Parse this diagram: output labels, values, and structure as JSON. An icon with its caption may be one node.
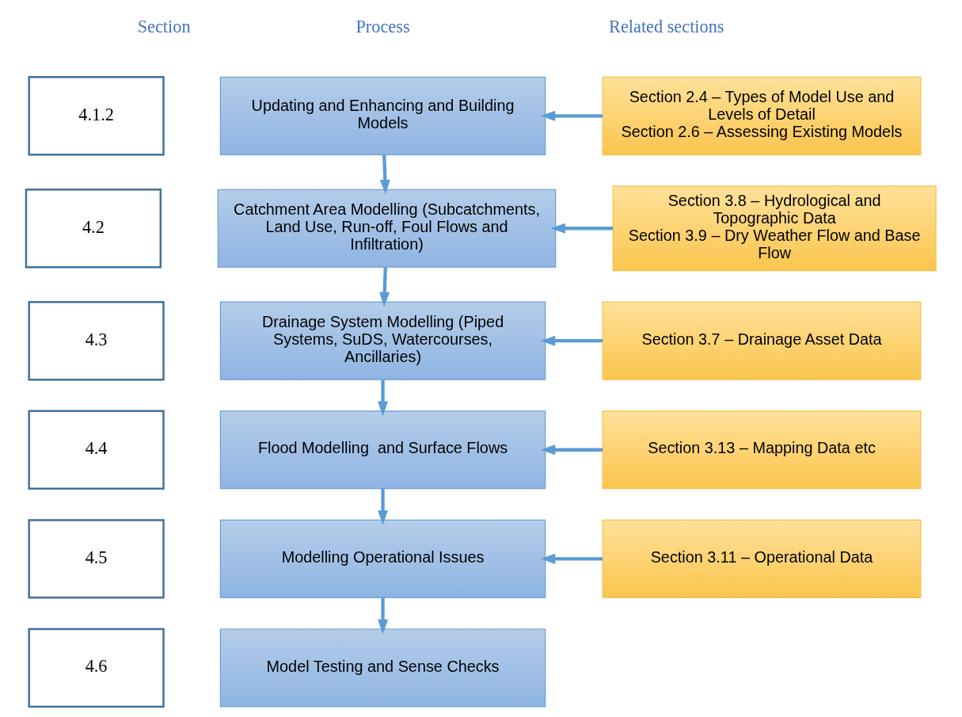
{
  "diagram": {
    "nodes": [
      {
        "text": [
          "4.1.2"
        ]
      },
      {
        "text": [
          "Updating and Enhancing and Building Models"
        ]
      },
      {
        "text": [
          "Section 2.4 – Types of Model Use and Levels of Detail",
          "Section 2.6 – Assessing Existing Models"
        ]
      },
      {
        "text": [
          "4.2"
        ]
      },
      {
        "text": [
          "Catchment Area Modelling (Subcatchments, Land Use, Run-off, Foul Flows and Infiltration)"
        ]
      },
      {
        "text": [
          "Section 3.8 – Hydrological and Topographic Data",
          "Section 3.9 – Dry Weather Flow and Base Flow"
        ]
      },
      {
        "text": [
          "4.3"
        ]
      },
      {
        "text": [
          "Drainage System Modelling (Piped Systems, SuDS, Watercourses, Ancillaries)"
        ]
      },
      {
        "text": [
          "Section 3.7 – Drainage Asset Data"
        ]
      },
      {
        "text": [
          "4.4"
        ]
      },
      {
        "text": [
          "Flood Modelling  and Surface Flows"
        ]
      },
      {
        "text": [
          "Section 3.13 – Mapping Data etc"
        ]
      },
      {
        "text": [
          "4.5"
        ]
      },
      {
        "text": [
          "Modelling Operational Issues"
        ]
      },
      {
        "text": [
          "Section 3.11 – Operational Data"
        ]
      },
      {
        "text": [
          "4.6"
        ]
      },
      {
        "text": [
          "Model Testing and Sense Checks"
        ]
      }
    ],
    "edges": [
      {
        "from": 2,
        "to": 1,
        "arrow": "to"
      },
      {
        "from": 1,
        "to": 4,
        "arrow": "to"
      },
      {
        "from": 5,
        "to": 4,
        "arrow": "to"
      },
      {
        "from": 4,
        "to": 7,
        "arrow": "to"
      },
      {
        "from": 8,
        "to": 7,
        "arrow": "to"
      },
      {
        "from": 7,
        "to": 10,
        "arrow": "to"
      },
      {
        "from": 11,
        "to": 10,
        "arrow": "to"
      },
      {
        "from": 10,
        "to": 13,
        "arrow": "to"
      },
      {
        "from": 14,
        "to": 13,
        "arrow": "to"
      },
      {
        "from": 13,
        "to": 16,
        "arrow": "to"
      }
    ],
    "labels": [
      "Section",
      "Process",
      "Related sections"
    ]
  }
}
